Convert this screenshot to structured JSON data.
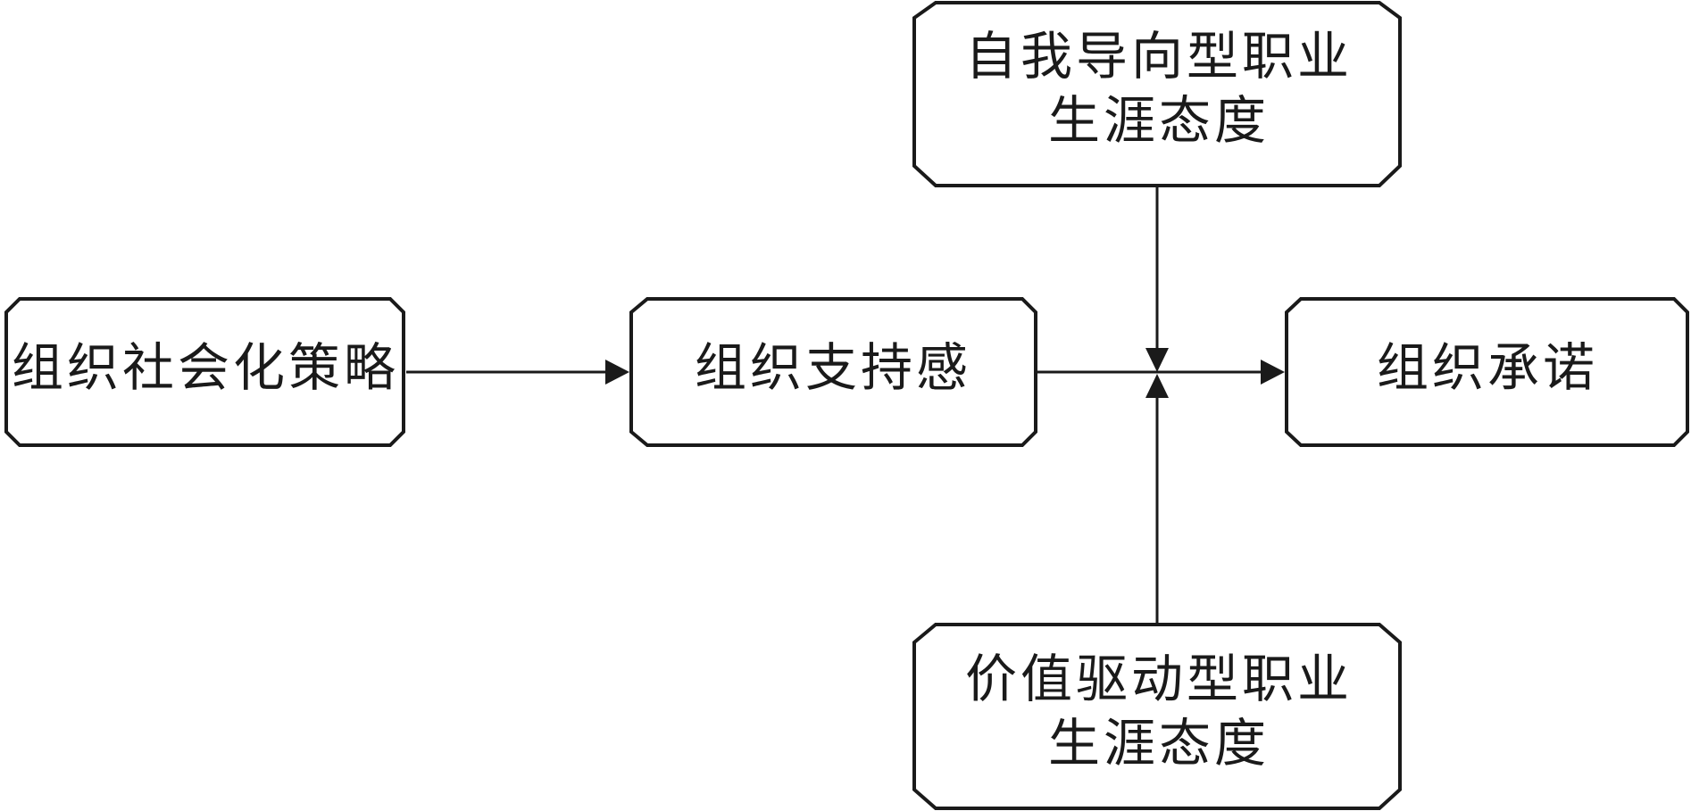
{
  "diagram": {
    "nodes": {
      "strategy": {
        "label": "组织社会化策略"
      },
      "support": {
        "label": "组织支持感"
      },
      "commitment": {
        "label": "组织承诺"
      },
      "self_directed": {
        "line1": "自我导向型职业",
        "line2": "生涯态度"
      },
      "value_driven": {
        "line1": "价值驱动型职业",
        "line2": "生涯态度"
      }
    },
    "colors": {
      "stroke": "#1a1a1a",
      "fill": "#ffffff"
    }
  }
}
